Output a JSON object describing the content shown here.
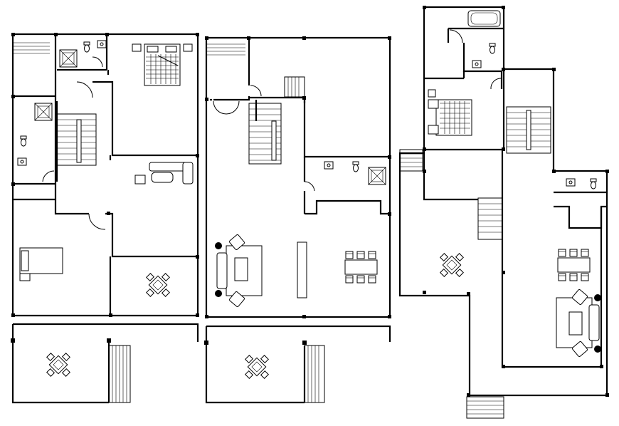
{
  "drawing": {
    "type": "architectural floor plan",
    "line_color": "#000000",
    "background_color": "#ffffff",
    "floor_plans": [
      {
        "id": "plan-a",
        "rooms": [
          "staircase",
          "bathroom",
          "toilet",
          "bedroom",
          "bedroom-2",
          "living-room",
          "dining-area",
          "terrace"
        ]
      },
      {
        "id": "plan-b",
        "rooms": [
          "staircase",
          "toilet",
          "living-room",
          "dining-area",
          "terrace"
        ]
      },
      {
        "id": "plan-c",
        "rooms": [
          "bathroom",
          "bedroom",
          "staircase",
          "toilet",
          "dining-area",
          "living-room",
          "terrace"
        ]
      }
    ]
  }
}
